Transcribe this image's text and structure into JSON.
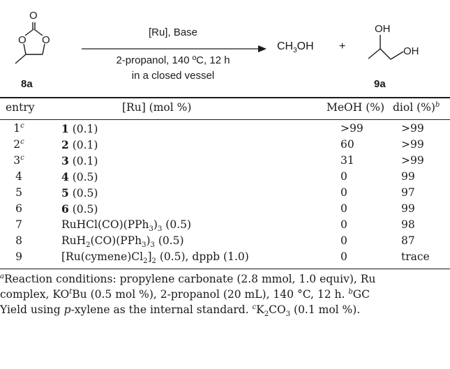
{
  "scheme": {
    "reactant_label": "8a",
    "reagents_top": "[Ru], Base",
    "conditions_line1": "2-propanol, 140 ºC, 12 h",
    "conditions_line2": "in a closed vessel",
    "product1_prefix": "CH",
    "product1_sub": "3",
    "product1_suffix": "OH",
    "plus": "+",
    "product2_label": "9a",
    "atom_O": "O",
    "atom_OH": "OH"
  },
  "table": {
    "headers": {
      "entry": "entry",
      "ru": "[Ru] (mol %)",
      "meoh": "MeOH (%)",
      "diol": "diol (%)",
      "diol_note": "b"
    },
    "rows": [
      {
        "entry": "1",
        "note": "c",
        "cat": "1",
        "load": " (0.1)",
        "meoh": ">99",
        "diol": ">99"
      },
      {
        "entry": "2",
        "note": "c",
        "cat": "2",
        "load": " (0.1)",
        "meoh": "60",
        "diol": ">99"
      },
      {
        "entry": "3",
        "note": "c",
        "cat": "3",
        "load": " (0.1)",
        "meoh": "31",
        "diol": ">99"
      },
      {
        "entry": "4",
        "note": "",
        "cat": "4",
        "load": " (0.5)",
        "meoh": "0",
        "diol": "99"
      },
      {
        "entry": "5",
        "note": "",
        "cat": "5",
        "load": " (0.5)",
        "meoh": "0",
        "diol": "97"
      },
      {
        "entry": "6",
        "note": "",
        "cat": "6",
        "load": " (0.5)",
        "meoh": "0",
        "diol": "99"
      },
      {
        "entry": "7",
        "meoh": "0",
        "diol": "98",
        "r7a": "RuHCl(CO)(PPh",
        "r7b": "3",
        "r7c": ")",
        "r7d": "3",
        "r7e": " (0.5)"
      },
      {
        "entry": "8",
        "meoh": "0",
        "diol": "87",
        "r8a": "RuH",
        "r8b": "2",
        "r8c": "(CO)(PPh",
        "r8d": "3",
        "r8e": ")",
        "r8f": "3",
        "r8g": " (0.5)"
      },
      {
        "entry": "9",
        "meoh": "0",
        "diol": "trace",
        "r9a": "[Ru(cymene)Cl",
        "r9b": "2",
        "r9c": "]",
        "r9d": "2",
        "r9e": " (0.5), dppb (1.0)"
      }
    ]
  },
  "footnotes": {
    "a_mark": "a",
    "a_text1": "Reaction conditions: propylene carbonate (2.8 mmol, 1.0 equiv), Ru",
    "a_text2a": "complex, KO",
    "a_t": "t",
    "a_text2b": "Bu (0.5 mol %), 2-propanol (20 mL), 140 °C, 12 h. ",
    "b_mark": "b",
    "b_text1": "GC",
    "b_text2a": "Yield using ",
    "b_p": "p",
    "b_text2b": "-xylene as the internal standard. ",
    "c_mark": "c",
    "c_text_a": "K",
    "c_sub1": "2",
    "c_text_b": "CO",
    "c_sub2": "3",
    "c_text_c": " (0.1 mol %)."
  }
}
